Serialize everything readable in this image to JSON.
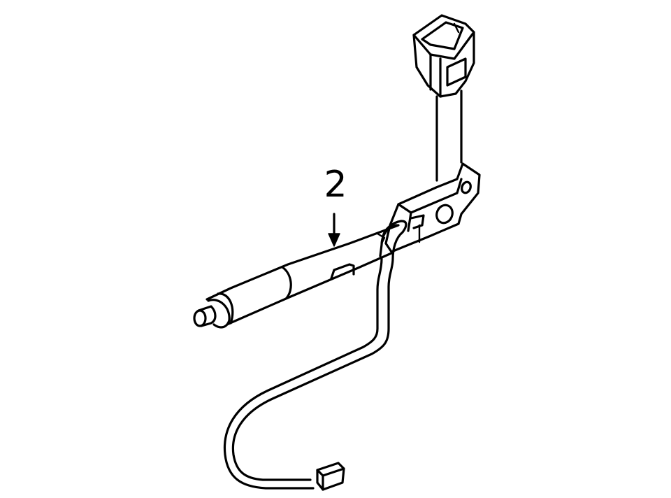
{
  "diagram": {
    "type": "parts-illustration",
    "background_color": "#ffffff",
    "line_color": "#000000",
    "callouts": [
      {
        "label": "2",
        "points_to": "pretensioner-tube"
      }
    ],
    "parts": [
      {
        "name": "seat-belt-buckle"
      },
      {
        "name": "buckle-strap"
      },
      {
        "name": "mounting-bracket"
      },
      {
        "name": "pretensioner-tube"
      },
      {
        "name": "wire-harness"
      },
      {
        "name": "electrical-connector"
      }
    ]
  }
}
